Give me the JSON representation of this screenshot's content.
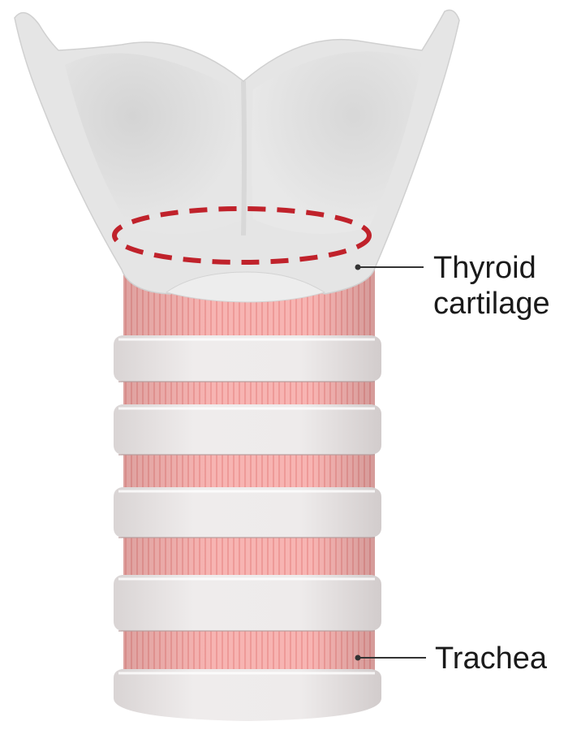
{
  "labels": {
    "thyroid_line1": "Thyroid",
    "thyroid_line2": "cartilage",
    "trachea": "Trachea"
  },
  "colors": {
    "cartilage": "#e4e4e4",
    "cartilage_shadow": "#c9c9c9",
    "ring": "#e7e3e3",
    "ring_shadow": "#cfc8c8",
    "tissue": "#f6b2b0",
    "tissue_dark": "#ec8f8d",
    "dashed_outline": "#c0222b",
    "leader_line": "#333333"
  }
}
